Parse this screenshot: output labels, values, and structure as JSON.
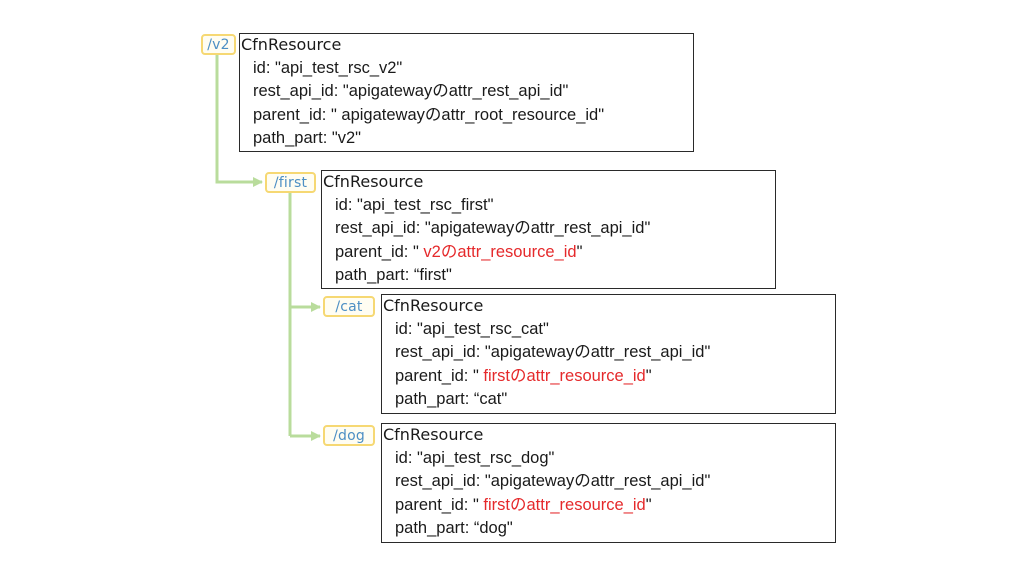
{
  "colors": {
    "connector": "#b9dc9c",
    "tag_border": "#f6d873",
    "tag_text": "#4d8fc4",
    "highlight_text": "#e5292b"
  },
  "nodes": [
    {
      "path_label": "/v2",
      "box": {
        "title": "CfnResource",
        "lines": [
          {
            "text": "id: \"api_test_rsc_v2\""
          },
          {
            "text": "rest_api_id: \"apigatewayのattr_rest_api_id\""
          },
          {
            "text": "parent_id: \" apigatewayのattr_root_resource_id\""
          },
          {
            "text": "path_part: \"v2\""
          }
        ]
      }
    },
    {
      "path_label": "/first",
      "box": {
        "title": "CfnResource",
        "lines": [
          {
            "text": "id: \"api_test_rsc_first\""
          },
          {
            "text": "rest_api_id: \"apigatewayのattr_rest_api_id\""
          },
          {
            "prefix": "parent_id: \" ",
            "highlight": "v2のattr_resource_id",
            "suffix": "\""
          },
          {
            "text": "path_part: “first\""
          }
        ]
      }
    },
    {
      "path_label": "/cat",
      "box": {
        "title": "CfnResource",
        "lines": [
          {
            "text": "id: \"api_test_rsc_cat\""
          },
          {
            "text": "rest_api_id: \"apigatewayのattr_rest_api_id\""
          },
          {
            "prefix": "parent_id: \" ",
            "highlight": "firstのattr_resource_id",
            "suffix": "\""
          },
          {
            "text": "path_part: “cat\""
          }
        ]
      }
    },
    {
      "path_label": "/dog",
      "box": {
        "title": "CfnResource",
        "lines": [
          {
            "text": "id: \"api_test_rsc_dog\""
          },
          {
            "text": "rest_api_id: \"apigatewayのattr_rest_api_id\""
          },
          {
            "prefix": "parent_id: \" ",
            "highlight": "firstのattr_resource_id",
            "suffix": "\""
          },
          {
            "text": "path_part: “dog\""
          }
        ]
      }
    }
  ]
}
